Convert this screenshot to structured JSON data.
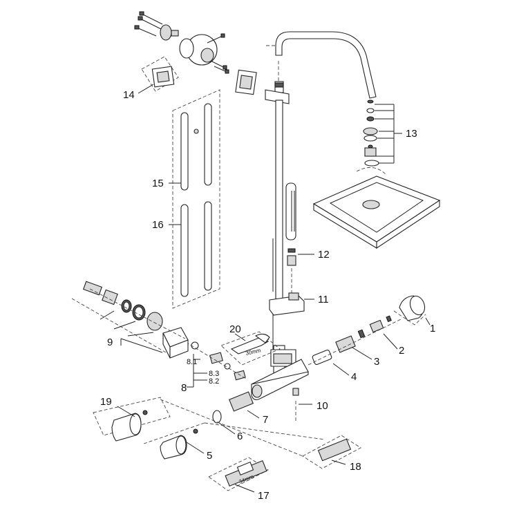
{
  "diagram": {
    "labels": {
      "p1": "1",
      "p2": "2",
      "p3": "3",
      "p4": "4",
      "p5": "5",
      "p6": "6",
      "p7": "7",
      "p8": "8",
      "p8_1": "8.1",
      "p8_2": "8.2",
      "p8_3": "8.3",
      "p9": "9",
      "p10": "10",
      "p11": "11",
      "p12": "12",
      "p13": "13",
      "p14": "14",
      "p15": "15",
      "p16": "16",
      "p17": "17",
      "p18": "18",
      "p19": "19",
      "p20": "20"
    },
    "tool_marks": {
      "wrench_size": "30mm",
      "cartridge_size": "34mm"
    }
  }
}
